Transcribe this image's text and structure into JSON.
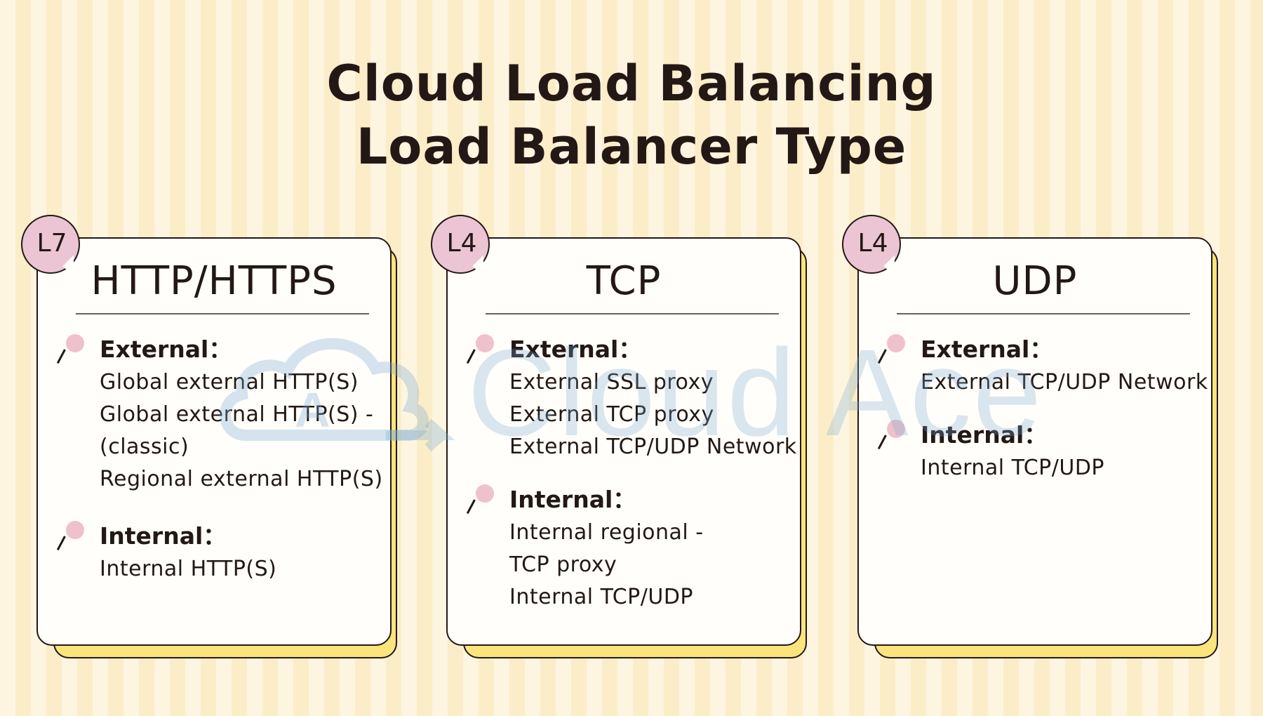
{
  "title": {
    "line1": "Cloud Load Balancing",
    "line2": "Load Balancer Type"
  },
  "watermark": "Cloud Ace",
  "cards": [
    {
      "badge": "L7",
      "title": "HTTP/HTTPS",
      "sections": [
        {
          "heading": "External：",
          "items": [
            "Global external HTTP(S)",
            "Global external HTTP(S) -",
            "(classic)",
            "Regional external HTTP(S)"
          ]
        },
        {
          "heading": "Internal：",
          "items": [
            "Internal HTTP(S)"
          ]
        }
      ]
    },
    {
      "badge": "L4",
      "title": "TCP",
      "sections": [
        {
          "heading": "External：",
          "items": [
            "External SSL proxy",
            "External TCP proxy",
            "External TCP/UDP Network"
          ]
        },
        {
          "heading": "Internal：",
          "items": [
            "Internal regional -",
            "TCP proxy",
            "Internal TCP/UDP"
          ]
        }
      ]
    },
    {
      "badge": "L4",
      "title": "UDP",
      "sections": [
        {
          "heading": "External：",
          "items": [
            "External TCP/UDP Network"
          ]
        },
        {
          "heading": "Internal：",
          "items": [
            "Internal TCP/UDP"
          ]
        }
      ]
    }
  ],
  "colors": {
    "background": "#fdf5e0",
    "card": "#fffefa",
    "card_shadow": "#fbe47c",
    "badge": "#ebc5d4",
    "pin": "#efc1cc",
    "text": "#231815"
  }
}
